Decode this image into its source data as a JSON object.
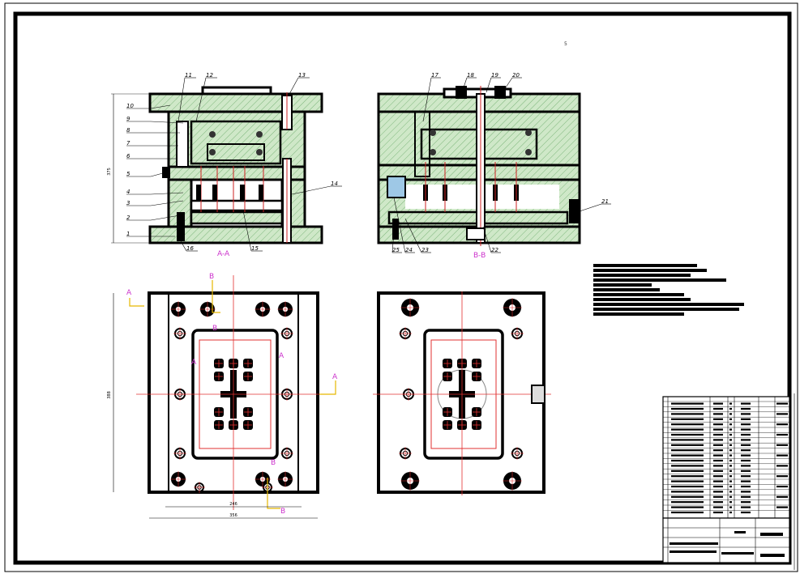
{
  "sheet": {
    "corner_mark": "5"
  },
  "views": {
    "top_left": {
      "callouts": [
        "1",
        "2",
        "3",
        "4",
        "5",
        "6",
        "7",
        "8",
        "9",
        "10",
        "11",
        "12",
        "13",
        "14",
        "15",
        "16"
      ],
      "section_label": "A-A",
      "dims": [
        "375"
      ]
    },
    "top_right": {
      "callouts": [
        "17",
        "18",
        "19",
        "20",
        "21",
        "22",
        "23",
        "24",
        "25"
      ],
      "section_label": "B-B"
    },
    "bottom_left": {
      "cut_marks": [
        "A",
        "A",
        "B",
        "B",
        "B",
        "B",
        "A",
        "A"
      ],
      "dims": [
        "388",
        "246",
        "356"
      ]
    }
  },
  "colors": {
    "hatch": "#cfe8c8",
    "hatch_line": "#3a8a3a",
    "outline": "#000000",
    "center": "#e23030",
    "section": "#cc33cc",
    "cutline": "#e6b800",
    "cavity": "#e23030"
  }
}
